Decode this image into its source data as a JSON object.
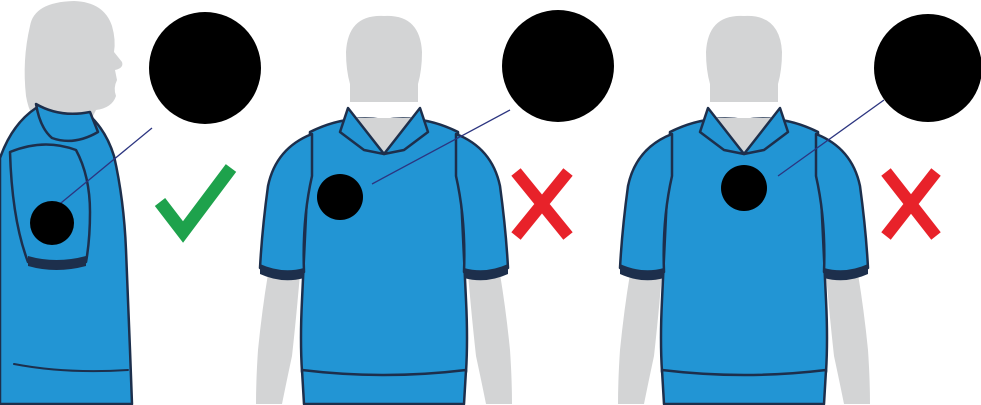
{
  "diagram": {
    "panels": [
      {
        "view": "side",
        "verdict": "correct",
        "verdict_icon": "check-mark-icon"
      },
      {
        "view": "front",
        "verdict": "incorrect",
        "verdict_icon": "cross-mark-icon"
      },
      {
        "view": "front",
        "verdict": "incorrect",
        "verdict_icon": "cross-mark-icon"
      }
    ]
  },
  "colors": {
    "skin": "#d3d4d5",
    "shirt": "#2295d4",
    "outline": "#1d2f4c",
    "marker": "#000000",
    "leader": "#2c3580",
    "ok": "#1ea24c",
    "bad": "#e8222a"
  }
}
